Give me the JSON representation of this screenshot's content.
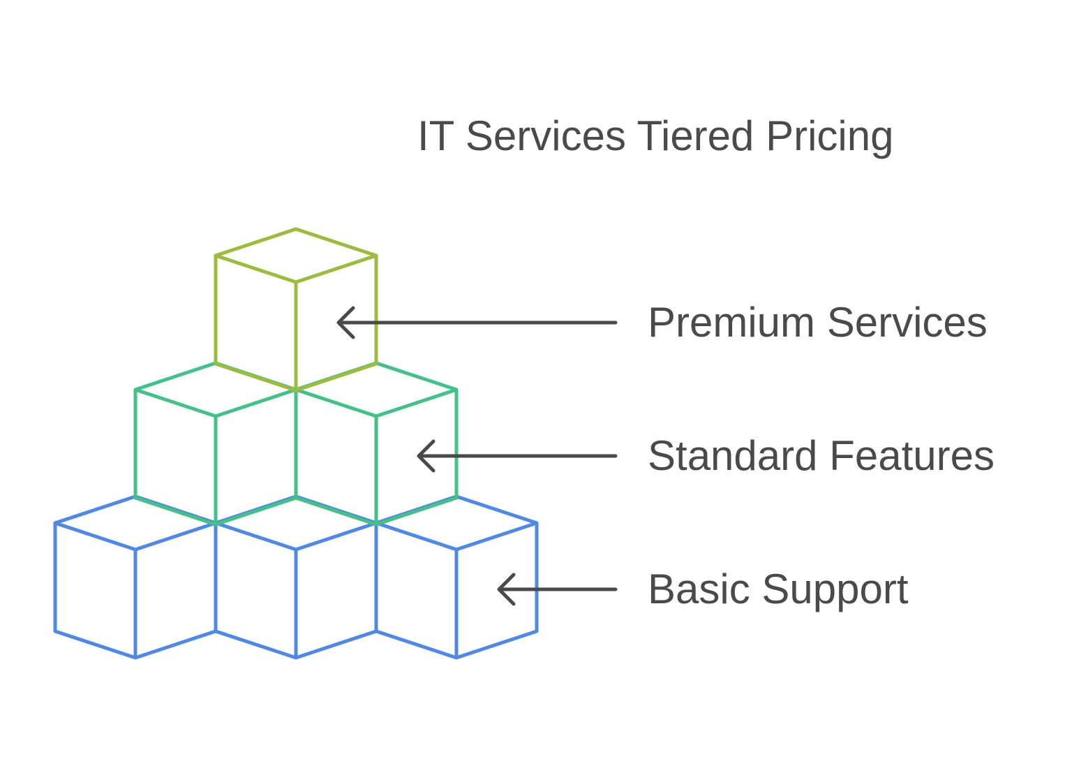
{
  "title": "IT Services Tiered Pricing",
  "colors": {
    "text": "#4a4a4a",
    "arrow": "#4a4a4a",
    "premium": "#9dbb3f",
    "standard": "#44c088",
    "basic": "#5089e3"
  },
  "tiers": [
    {
      "id": "premium",
      "label": "Premium Services",
      "cube_count": 1
    },
    {
      "id": "standard",
      "label": "Standard Features",
      "cube_count": 2
    },
    {
      "id": "basic",
      "label": "Basic Support",
      "cube_count": 3
    }
  ]
}
